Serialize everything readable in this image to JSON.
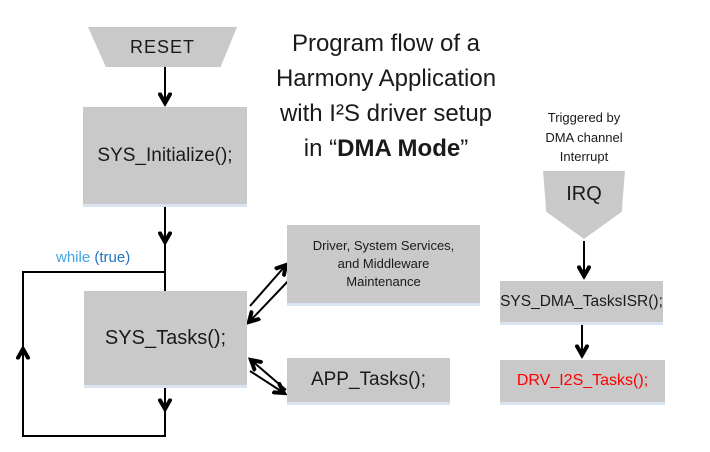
{
  "title": {
    "line1": "Program flow of a",
    "line2": "Harmony Application",
    "line3": "with I²S driver setup",
    "line4_prefix": "in “",
    "line4_bold": "DMA Mode",
    "line4_suffix": "”"
  },
  "flowchart": {
    "reset_label": "RESET",
    "sys_initialize_label": "SYS_Initialize();",
    "while_keyword": "while ",
    "while_condition": "(true)",
    "sys_tasks_label": "SYS_Tasks();",
    "driver_box_line1": "Driver, System Services,",
    "driver_box_line2": "and Middleware",
    "driver_box_line3": "Maintenance",
    "app_tasks_label": "APP_Tasks();"
  },
  "interrupt_flow": {
    "note_line1": "Triggered by",
    "note_line2": "DMA channel",
    "note_line3": "Interrupt",
    "irq_label": "IRQ",
    "sys_dma_label": "SYS_DMA_TasksISR();",
    "drv_i2s_label": "DRV_I2S_Tasks();"
  },
  "colors": {
    "box_fill": "#c9c9c9",
    "box_edge_highlight": "#d9e4f0",
    "highlight_red": "#ff0000",
    "while_keyword_blue": "#41a5e1",
    "while_condition_blue": "#1e73c2",
    "line_black": "#000000"
  }
}
